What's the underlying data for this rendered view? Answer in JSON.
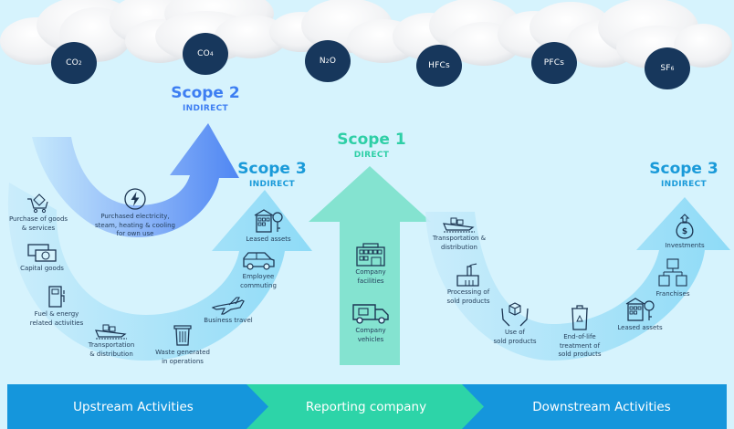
{
  "greenhouse_gases": [
    {
      "id": "co2",
      "base": "CO",
      "sub": "2"
    },
    {
      "id": "ch4",
      "base": "CO",
      "sub": "4"
    },
    {
      "id": "n2o",
      "base": "N",
      "sub": "2",
      "tail": "O"
    },
    {
      "id": "hfcs",
      "base": "HFCs",
      "sub": ""
    },
    {
      "id": "pfcs",
      "base": "PFCs",
      "sub": ""
    },
    {
      "id": "sf6",
      "base": "SF",
      "sub": "6"
    }
  ],
  "scopes": {
    "scope2": {
      "title": "Scope 2",
      "subtitle": "INDIRECT",
      "color": "#3d7ef2"
    },
    "scope1": {
      "title": "Scope 1",
      "subtitle": "DIRECT",
      "color": "#2ecfa6"
    },
    "scope3_upstream": {
      "title": "Scope 3",
      "subtitle": "INDIRECT",
      "color": "#1a9ad9"
    },
    "scope3_downstream": {
      "title": "Scope 3",
      "subtitle": "INDIRECT",
      "color": "#1a9ad9"
    }
  },
  "scope2_items": [
    {
      "label": "Purchased electricity,\nsteam, heating & cooling\nfor own use",
      "icon": "lightning-icon"
    }
  ],
  "scope1_items": [
    {
      "label": "Company\nfacilities",
      "icon": "building-icon"
    },
    {
      "label": "Company\nvehicles",
      "icon": "truck-icon"
    }
  ],
  "upstream_items": [
    {
      "label": "Purchase of goods\n& services",
      "icon": "shopping-cart-icon"
    },
    {
      "label": "Capital goods",
      "icon": "money-icon"
    },
    {
      "label": "Fuel & energy\nrelated activities",
      "icon": "fuel-pump-icon"
    },
    {
      "label": "Transportation\n& distribution",
      "icon": "ship-icon"
    },
    {
      "label": "Waste generated\nin operations",
      "icon": "trash-bin-icon"
    },
    {
      "label": "Business travel",
      "icon": "airplane-icon"
    },
    {
      "label": "Employee\ncommuting",
      "icon": "car-icon"
    },
    {
      "label": "Leased assets",
      "icon": "leased-building-icon"
    }
  ],
  "downstream_items": [
    {
      "label": "Transportation &\ndistribution",
      "icon": "ship-icon"
    },
    {
      "label": "Processing of\nsold products",
      "icon": "factory-icon"
    },
    {
      "label": "Use of\nsold products",
      "icon": "hands-box-icon"
    },
    {
      "label": "End-of-life\ntreatment of\nsold products",
      "icon": "recycle-bin-icon"
    },
    {
      "label": "Leased assets",
      "icon": "leased-building-icon"
    },
    {
      "label": "Franchises",
      "icon": "franchise-icon"
    },
    {
      "label": "Investments",
      "icon": "money-bag-icon"
    }
  ],
  "value_chain": {
    "upstream": "Upstream Activities",
    "reporting": "Reporting company",
    "downstream": "Downstream Activities",
    "colors": {
      "blue": "#1596dc",
      "green": "#2dd4a8"
    }
  }
}
